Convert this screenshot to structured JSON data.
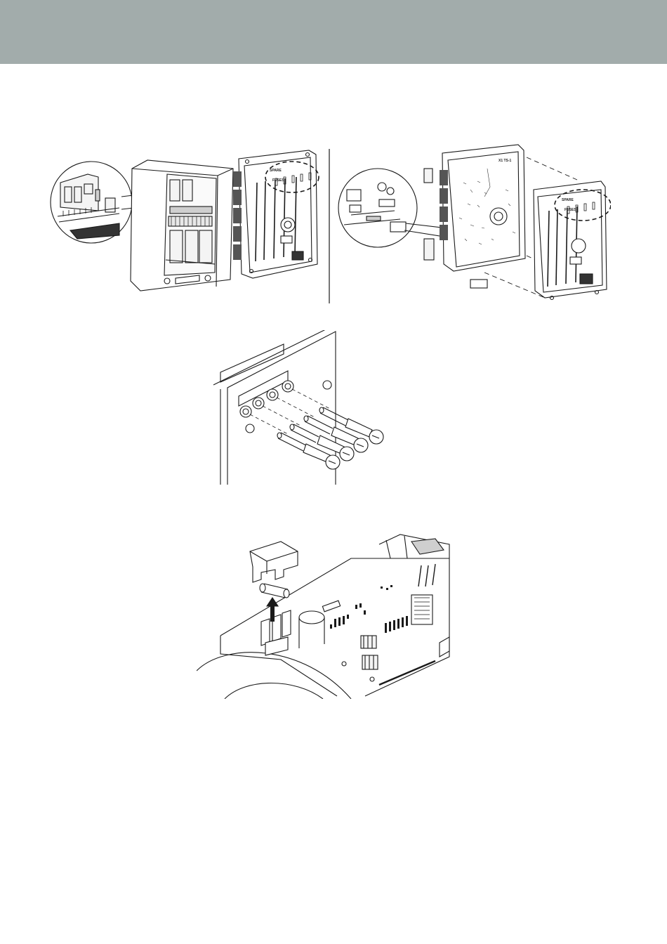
{
  "colors": {
    "header_band": "#a2acab",
    "line": "#1a1a1a",
    "fill_light": "#f4f4f4",
    "fill_mid": "#cfcfcf",
    "fill_dark": "#333333"
  },
  "figure1": {
    "left_panel": {
      "label_spare": "SPARE",
      "label_fuses": "FUSES"
    },
    "right_panel": {
      "label_board": "X1 TS-1",
      "label_spare": "SPARE",
      "label_fuses": "FUSES"
    }
  },
  "figure2": {},
  "figure3": {
    "arrow_direction": "up"
  }
}
